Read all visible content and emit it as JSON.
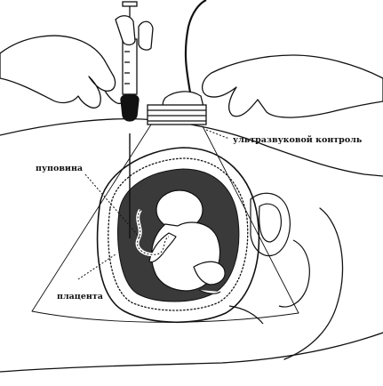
{
  "figure": {
    "labels": {
      "ultrasound": "ультразвуковой контроль",
      "umbilical_cord": "пуповина",
      "placenta": "плацента"
    },
    "ink_color": "#111111",
    "fill_dark": "#3a3a3a",
    "fill_paper": "#ffffff"
  }
}
